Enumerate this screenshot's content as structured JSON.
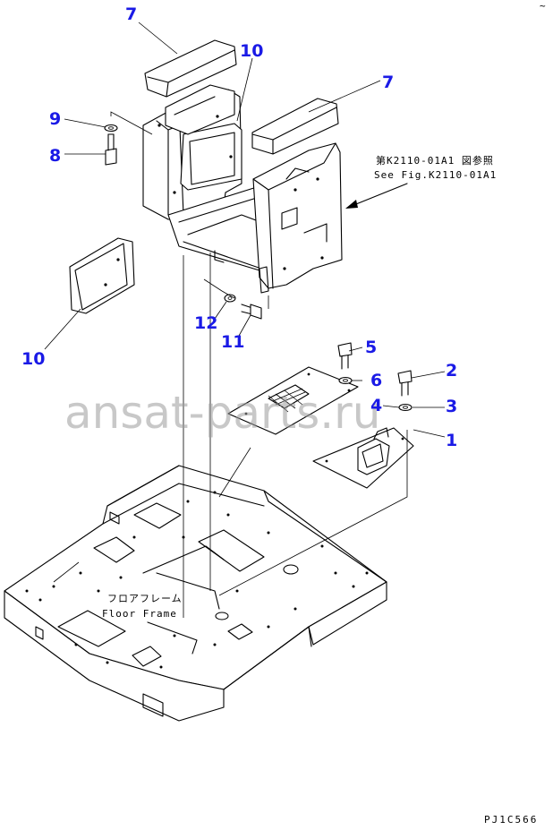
{
  "callouts": {
    "c7a": "7",
    "c10a": "10",
    "c7b": "7",
    "c9": "9",
    "c8": "8",
    "c10b": "10",
    "c12": "12",
    "c11": "11",
    "c5": "5",
    "c6": "6",
    "c2": "2",
    "c4": "4",
    "c3": "3",
    "c1": "1"
  },
  "notes": {
    "ref_jp": "第K2110-01A1 図参照",
    "ref_en": "See Fig.K2110-01A1",
    "floor_jp": "フロアフレーム",
    "floor_en": "Floor Frame"
  },
  "watermark": "ansat-parts.ru",
  "drawing_code": "PJ1C566",
  "corner_mark": "~",
  "colors": {
    "callout": "#1a1ae6",
    "line": "#000000",
    "watermark": "#9a9a9a",
    "background": "#ffffff"
  }
}
